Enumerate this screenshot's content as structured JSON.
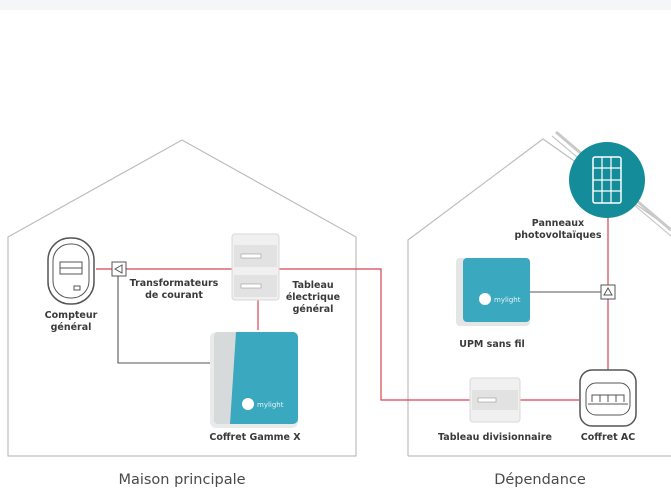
{
  "labels": {
    "compteur": "Compteur\ngénéral",
    "transformateurs": "Transformateurs\nde courant",
    "tableau_general": "Tableau\nélectrique\ngénéral",
    "coffret_gamme_x": "Coffret Gamme X",
    "panneaux": "Panneaux\nphotovoltaïques",
    "upm": "UPM sans fil",
    "tableau_divisionnaire": "Tableau divisionnaire",
    "coffret_ac": "Coffret AC"
  },
  "captions": {
    "maison": "Maison principale",
    "dependance": "Dépendance"
  },
  "brand": "mylight",
  "icons": [
    "meter-icon",
    "current-transformer-icon",
    "breaker-panel-icon",
    "gamme-x-box-icon",
    "solar-panel-icon",
    "upm-box-icon",
    "ac-box-icon"
  ],
  "colors": {
    "red_wire": "#d9434f",
    "dark_wire": "#4d4d4d",
    "teal": "#2a9fae",
    "house_outline": "#b9b9b9"
  }
}
